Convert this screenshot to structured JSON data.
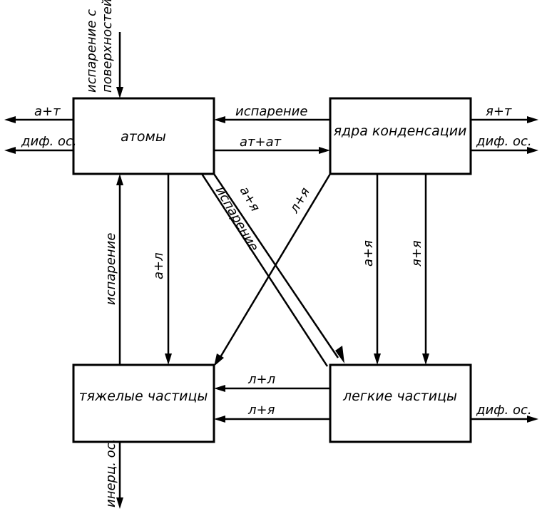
{
  "nodes": {
    "atoms": "атомы",
    "nuclei": "ядра конденсации",
    "heavy": "тяжелые частицы",
    "light": "легкие частицы"
  },
  "labels": {
    "surface_evap_1": "испарение с",
    "surface_evap_2": "поверхностей",
    "atoms_out_at": "а+т",
    "atoms_out_dif": "диф. ос.",
    "nuclei_to_atoms": "испарение",
    "atoms_to_nuclei": "ат+ат",
    "nuclei_out_yt": "я+т",
    "nuclei_out_dif": "диф. ос.",
    "heavy_to_atoms": "испарение",
    "atoms_to_heavy": "а+л",
    "atoms_to_light": "а+я",
    "light_to_atoms": "испарение",
    "nuclei_to_heavy": "л+я",
    "nuclei_to_light_a": "а+я",
    "nuclei_to_light_y": "я+я",
    "light_to_heavy_ll": "л+л",
    "light_to_heavy_ly": "л+я",
    "light_out_dif": "диф. ос.",
    "heavy_out_inert": "инерц. ос."
  }
}
